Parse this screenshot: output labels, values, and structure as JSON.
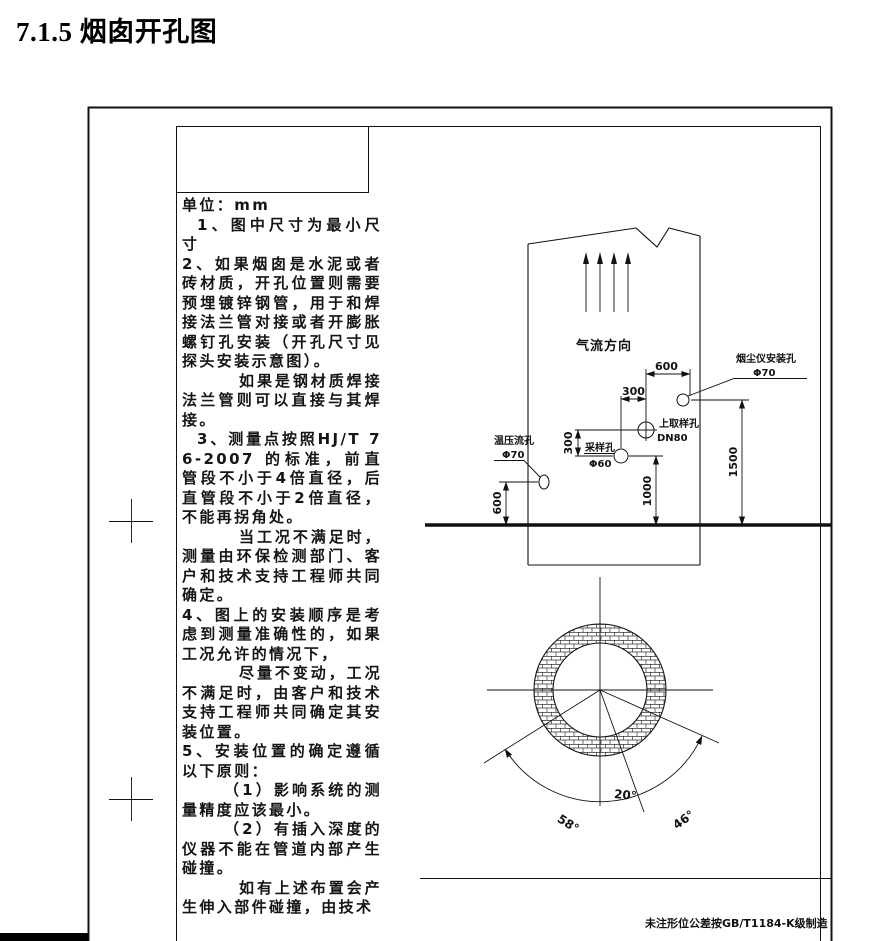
{
  "page": {
    "title": "7.1.5 烟囱开孔图",
    "tolerance_note": "未注形位公差按GB/T1184-K级制造"
  },
  "notes": {
    "paragraphs": [
      {
        "text": "单位：mm"
      },
      {
        "text": "1、图中尺寸为最小尺寸"
      },
      {
        "text": "2、如果烟囱是水泥或者砖材质，开孔位置则需要预埋镀锌钢管，用于和焊接法兰管对接或者开膨胀螺钉孔安装（开孔尺寸见探头安装示意图）。"
      },
      {
        "text": "如果是钢材质焊接法兰管则可以直接与其焊接。"
      },
      {
        "text": "3、测量点按照HJ/T 76-2007 的标准，前直管段不小于4倍直径，后直管段不小于2倍直径，不能再拐角处。"
      },
      {
        "text": "当工况不满足时，测量由环保检测部门、客户和技术支持工程师共同确定。"
      },
      {
        "text": "4、图上的安装顺序是考虑到测量准确性的，如果工况允许的情况下，"
      },
      {
        "text": "尽量不变动，工况不满足时，由客户和技术支持工程师共同确定其安装位置。"
      },
      {
        "text": "5、安装位置的确定遵循以下原则："
      },
      {
        "text": "（1）影响系统的测量精度应该最小。"
      },
      {
        "text": "（2）有插入深度的仪器不能在管道内部产生碰撞。"
      },
      {
        "text": "如有上述布置会产生伸入部件碰撞，由技术"
      }
    ]
  },
  "drawing": {
    "airflow_label": "气流方向",
    "dim_600_top": "600",
    "dim_300_top": "300",
    "dim_300_v": "300",
    "dim_1500": "1500",
    "dim_1000": "1000",
    "dim_600_v": "600",
    "hole_dust_line1": "烟尘仪安装孔",
    "hole_dust_line2": "Φ70",
    "hole_upper_line1": "上取样孔",
    "hole_upper_line2": "DN80",
    "hole_sampling_line1": "采样孔",
    "hole_sampling_line2": "Φ60",
    "hole_temp_line1": "温压流孔",
    "hole_temp_line2": "Φ70",
    "angle_58": "58°",
    "angle_20": "20°",
    "angle_46": "46°"
  }
}
